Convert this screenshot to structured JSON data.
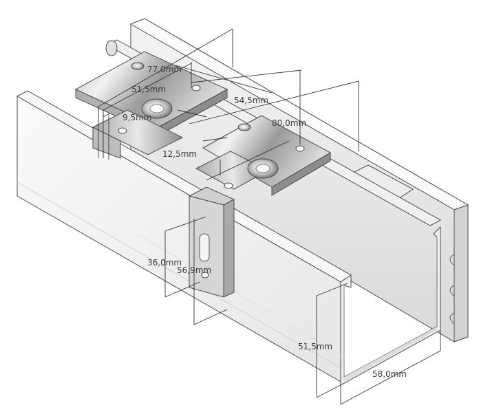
{
  "dimensions": {
    "d77": "77,0mm",
    "d51_top": "51,5mm",
    "d9": "9,5mm",
    "d54": "54,5mm",
    "d80": "80,0mm",
    "d12": "12,5mm",
    "d36": "36,0mm",
    "d56": "56,9mm",
    "d51_side": "51,5mm",
    "d58": "58,0mm"
  }
}
